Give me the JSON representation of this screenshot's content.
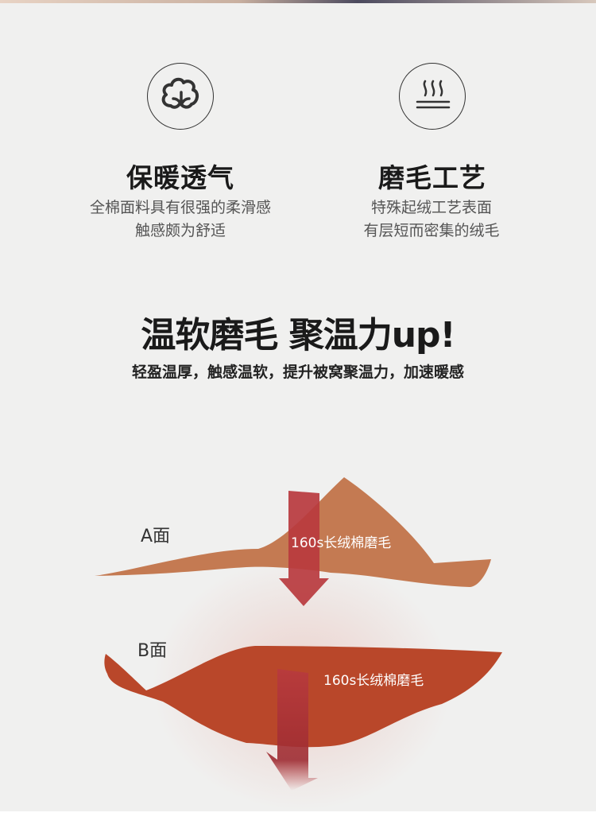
{
  "features": [
    {
      "icon": "cotton-icon",
      "title": "保暖透气",
      "desc_lines": [
        "全棉面料具有很强的柔滑感",
        "触感颇为舒适"
      ]
    },
    {
      "icon": "heat-steam-icon",
      "title": "磨毛工艺",
      "desc_lines": [
        "特殊起绒工艺表面",
        "有层短而密集的绒毛"
      ]
    }
  ],
  "headline": "温软磨毛 聚温力up!",
  "subline": "轻盈温厚，触感温软，提升被窝聚温力，加速暖感",
  "diagram": {
    "side_a": {
      "label": "A面",
      "layer": "160s长绒棉磨毛",
      "color": "#c47a52"
    },
    "side_b": {
      "label": "B面",
      "layer": "160s长绒棉磨毛",
      "color": "#b9472a"
    },
    "arrow_color": "#b83a3e"
  }
}
